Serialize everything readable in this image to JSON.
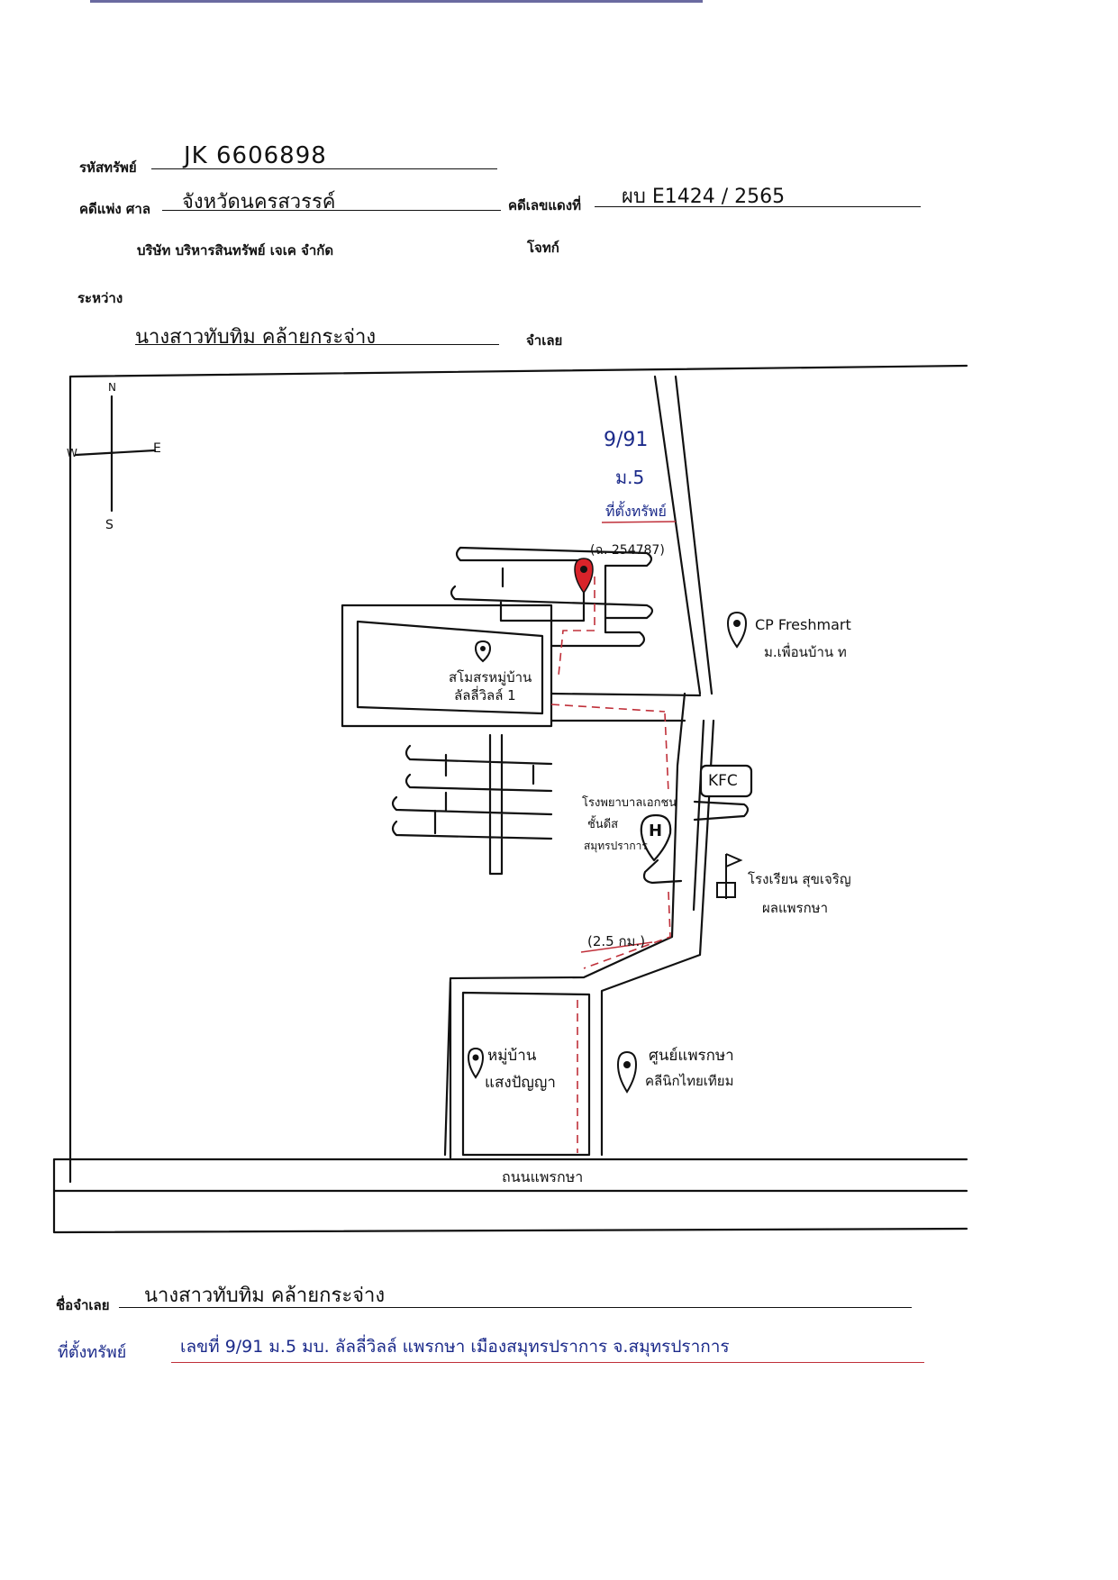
{
  "form": {
    "asset_code_label": "รหัสทรัพย์",
    "asset_code_value": "JK 6606898",
    "civil_case_label": "คดีแพ่ง ศาล",
    "court_value": "จังหวัดนครสวรรค์",
    "red_case_label": "คดีเลขแดงที่",
    "red_case_value": "ผบ E1424 / 2565",
    "plaintiff_company": "บริษัท บริหารสินทรัพย์ เจเค จำกัด",
    "plaintiff_label": "โจทก์",
    "between_label": "ระหว่าง",
    "defendant_value": "นางสาวทับทิม  คล้ายกระจ่าง",
    "defendant_label": "จำเลย",
    "defendant_name_label": "ชื่อจำเลย",
    "defendant_name_value": "นางสาวทับทิม   คล้ายกระจ่าง",
    "asset_location_label": "ที่ตั้งทรัพย์",
    "asset_location_value": "เลขที่  9/91  ม.5  มบ. ลัลลี่วิลล์   แพรกษา  เมืองสมุทรปราการ  จ.สมุทรปราการ"
  },
  "map": {
    "compass": {
      "n": "N",
      "s": "S",
      "e": "E",
      "w": "W"
    },
    "property_note": [
      "9/91",
      "ม.5",
      "ที่ตั้งทรัพย์"
    ],
    "deed_ref": "(ฉ. 254787)",
    "village_park": [
      "สโมสรหมู่บ้าน",
      "ลัลลี่วิลล์ 1"
    ],
    "cp_fresh": [
      "CP Freshmart",
      "ม.เพื่อนบ้าน ท"
    ],
    "kfc": "KFC",
    "hospital": [
      "โรงพยาบาลเอกชน",
      "ชั้นดีส",
      "สมุทรปราการ"
    ],
    "hospital_icon": "H",
    "school": [
      "โรงเรียน สุขเจริญ",
      "ผลแพรกษา"
    ],
    "distance": "(2.5 กม.)",
    "village2": [
      "หมู่บ้าน",
      "แสงปัญญา"
    ],
    "center": [
      "ศูนย์แพรกษา",
      "คลีนิกไทยเทียม"
    ],
    "main_road": "ถนนแพรกษา"
  },
  "colors": {
    "ink": "#111111",
    "blue_ink": "#1b2a8a",
    "red_ink": "#c0303a",
    "pin_red": "#d8232a"
  }
}
